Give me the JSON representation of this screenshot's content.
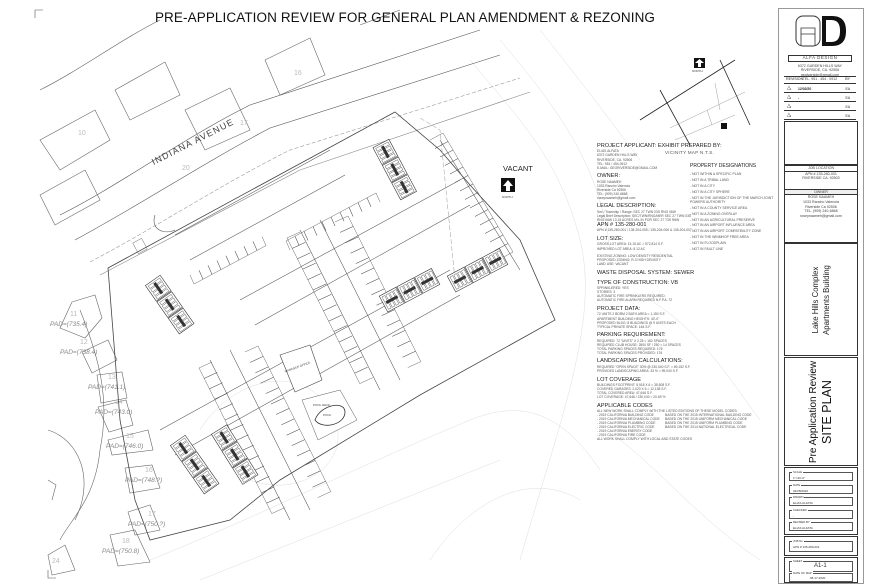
{
  "title": "PRE-APPLICATION REVIEW FOR GENERAL PLAN AMENDMENT & REZONING",
  "plan": {
    "street": "INDIANA AVENUE",
    "vacant": "VACANT",
    "north_label": "NORTH",
    "manager_office": "MANAGER OFFICE",
    "pool_deck": "POOL DECK",
    "pool": "POOL",
    "pads": [
      {
        "lot": "11",
        "pad": "PAD=(735.4)"
      },
      {
        "lot": "12",
        "pad": "PAD=(738.4)"
      },
      {
        "lot": "13",
        "pad": "PAD=(741.1)"
      },
      {
        "lot": "14",
        "pad": "PAD=(743.0)"
      },
      {
        "lot": "15",
        "pad": "PAD=(746.0)"
      },
      {
        "lot": "16",
        "pad": "PAD=(748.?)"
      },
      {
        "lot": "17",
        "pad": "PAD=(750.?)"
      },
      {
        "lot": "18",
        "pad": "PAD=(750.8)"
      }
    ],
    "other_lots": [
      "24",
      "20",
      "17",
      "16",
      "10"
    ]
  },
  "vicinity": {
    "caption": "VICINITY MAP N.T.S.",
    "north_label": "NORTH"
  },
  "notes": [
    {
      "heading": "PROJECT APPLICANT: EXHIBIT PREPARED BY:",
      "lines": [
        "ELIAS ALFATA",
        "6372 GARDEN HILLS WAY",
        "RIVERSIDE, CA. 92506",
        "TEL: 951 / 454-0912",
        "E-MAIL: GEORIVERSIDE@GMAIL.COM"
      ]
    },
    {
      "heading": "OWNER:",
      "lines": [
        "ROSE NAAMEH",
        "1033 Rancho Valencia",
        "Riverside Ca 92506",
        "TEL: (909) 240-6868",
        "roseynaameh@gmail.com"
      ]
    },
    {
      "heading": "LEGAL DESCRIPTION:",
      "lines": [
        "Sec / Township / Range: SEC 27 TWN 03S RNG 06W",
        "Legal Brief Description: SEC/TWN/RNG/MER SEC 27 TWN 03S",
        "RNG 06W 13.15 ACRES M/L IN POR SEC 27 T3S R6W"
      ],
      "apn": "APN # 135-280-001",
      "apn_lines": [
        "APN # 135-280-001 / 135-204-005 / 135-204-006 & 135-204-007"
      ]
    },
    {
      "heading": "LOT SIZE:",
      "lines": [
        "GROSS LOT AREA: 13.15 AC = 572,814 S.F.",
        "IMPROVED LOT AREA: 5.12 AC"
      ]
    },
    {
      "heading": "",
      "lines": [
        "EXISTING ZONING: LOW DENSITY RESIDENTIAL",
        "PROPOSED ZONING: R-3 HIGH DENSITY",
        "LAND USE: VACANT"
      ]
    },
    {
      "heading": "WASTE DISPOSAL SYSTEM: SEWER",
      "lines": []
    },
    {
      "heading": "TYPE OF CONSTRUCTION: VB",
      "lines": [
        "SPRINKLERED:    YES",
        "STORIES:    3",
        "AUTOMATIC FIRE SPRINKLERS REQUIRED.",
        "AUTOMATIC FIRE ALARM REQUIRED N.F.P.A. 72"
      ]
    },
    {
      "heading": "PROJECT DATA:",
      "lines": [
        "72 UNITS 2 BDRM 2 BATH AREA = 1,150 S.F.",
        "APARTMENT BUILDING HEIGHTS: 40'-0\"",
        "PROPOSED BLDG: 8 BUILDINGS @ 9 UNITS EACH",
        "TYPICAL PRIVATE SPACE: 164 S.F."
      ]
    },
    {
      "heading": "PARKING REQUIREMENT:",
      "lines": [
        "REQUIRED: 72 \"UNITS\" X 2.25 = 162 SPACES",
        "REQUIRED CLUB HOUSE: 2800 SF / 250 = 14 SPACES",
        "TOTAL PARKING SPACES REQUIRED: 176",
        "TOTAL PARKING SPACES PROVIDED: 176"
      ]
    },
    {
      "heading": "LANDSCAPING CALCULATIONS:",
      "lines": [
        "REQUIRED \"OPEN SPACE\" 30% @ 230,040 S.F. = 69,152 S.F.",
        "PROVIDED LANDSCAPING AREA: 43 % = 99,040 S.F."
      ]
    },
    {
      "heading": "LOT COVERAGE",
      "lines": [
        "BUILDINGS FOOTPRINT: 5,918 X 6 = 35,508 S.F.",
        "COVERED GARAGES: 2,023 X 6 = 12,138 S.F.",
        "TOTAL COVERED AREA: 47,646 S.F.",
        "LOT COVERAGE: 47,646 / 230,040 = 20.69 %"
      ]
    }
  ],
  "codes": {
    "heading": "APPLICABLE CODES",
    "intro": "ALL NEW WORK SHALL COMPLY WITH THE LISTED EDITIONS OF THESE MODEL CODES:",
    "rows": [
      [
        "- 2019 CALIFORNIA BUILDING CODE",
        "BASED ON THE 2015 INTERNATIONAL BUILDING CODE"
      ],
      [
        "- 2019 CALIFORNIA MECHANICAL CODE",
        "BASED ON THE 2015 UNIFORM MECHANICAL CODE"
      ],
      [
        "- 2019 CALIFORNIA PLUMBING CODE",
        "BASED ON THE 2015 UNIFORM PLUMBING CODE"
      ],
      [
        "- 2019 CALIFORNIA ELECTRIC CODE",
        "BASED ON THE 2014 NATIONAL ELECTRICAL CODE"
      ],
      [
        "- 2019 CALIFORNIA ENERGY CODE",
        ""
      ],
      [
        "- 2019 CALIFORNIA FIRE CODE",
        ""
      ]
    ],
    "footer": "ALL WORK SHALL COMPLY WITH LOCAL AND STATE CODES"
  },
  "property_designations": {
    "heading": "PROPERTY DESIGNATIONS",
    "items": [
      "- NOT WITHIN A SPECIFIC PLAN",
      "- NOT IN A TRIBAL LAND",
      "- NOT IN A CITY",
      "- NOT IN A CITY SPHERE",
      "- NOT IN THE JURISDICTION OF THE MARCH JOINT POWERS AUTHORITY",
      "- NOT IN A COUNTY SERVICE AREA",
      "- NOT IN A ZONING OVERLAY",
      "- NOT IN AN AGRICULTURAL PRESERVE",
      "- NOT IN AN AIRPORT INFLUENCE AREA",
      "- NOT IN AN AIRPORT COMPATIBILITY ZONE",
      "- NOT IN THE WINMHOP FREE AREA",
      "- NOT IN FLOODPLAIN",
      "- NOT IN FAULT LINE"
    ]
  },
  "title_block": {
    "firm": "ALFA DESIGN",
    "address": [
      "6372 GARDEN HILLS WAY",
      "RIVERSIDE, CA. 92506",
      "gealvarside@gmail.com",
      "TEL. 951 . 454 . 0912"
    ],
    "revision_header": "REVISION",
    "by_header": "BY",
    "revisions": [
      {
        "num": "1",
        "date": "12/02/20",
        "by": "EA"
      },
      {
        "num": "2",
        "date": "-",
        "by": "EA"
      },
      {
        "num": "3",
        "date": "",
        "by": "EA"
      },
      {
        "num": "4",
        "date": "",
        "by": "EA"
      }
    ],
    "job_location_label": "JOB LOCATION",
    "job_location": [
      "APN # 135-280-001",
      "RIVERSIDE CA. 92503"
    ],
    "owner_label": "OWNER",
    "owner": [
      "ROSE NAAMEH",
      "1033 Rancho Valencia",
      "Riverside Ca 92506",
      "TEL. (909) 240-6868",
      "roseynaameh@gmail.com"
    ],
    "project": [
      "Lake Hills Complex",
      "Apartments Building"
    ],
    "sheet_title": [
      "Pre Application Review",
      "SITE PLAN"
    ],
    "fields": [
      {
        "label": "SCALE",
        "value": "1\"=40'-0\""
      },
      {
        "label": "DATE",
        "value": "04/28/2020"
      },
      {
        "label": "DRAWN",
        "value": "ELIAS ALFATA"
      },
      {
        "label": "CHECKED",
        "value": "-"
      },
      {
        "label": "REVISED BY",
        "value": "ELIAS ALFATA"
      }
    ],
    "job_no_label": "JOB No",
    "job_no": "APN # 135-280-001",
    "sheet_label": "SHEET",
    "sheet": "A1-1",
    "map_date_label": "DATE OF MAP",
    "map_date": "08-17-2020"
  }
}
